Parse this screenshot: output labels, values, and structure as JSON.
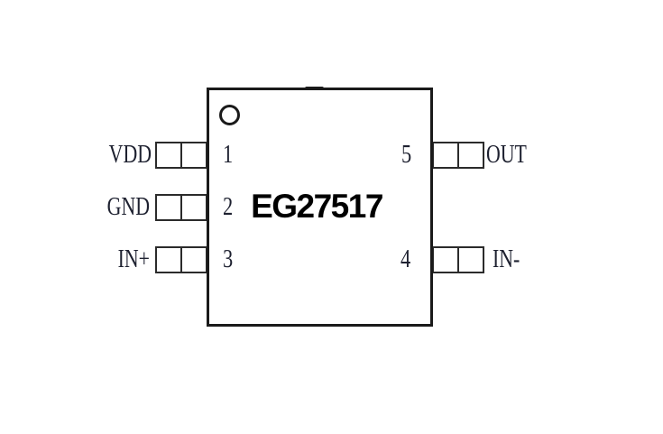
{
  "diagram": {
    "part_number": "EG27517",
    "description": "5-pin package pinout diagram",
    "pin1_indicator": "circle-icon"
  },
  "pins": {
    "left": [
      {
        "number": "1",
        "label": "VDD"
      },
      {
        "number": "2",
        "label": "GND"
      },
      {
        "number": "3",
        "label": "IN+"
      }
    ],
    "right": [
      {
        "number": "5",
        "label": "OUT"
      },
      {
        "number": "4",
        "label": "IN-"
      }
    ]
  },
  "colors": {
    "background": "#ffffff",
    "line": "#1a1a1a",
    "pin_line": "#2b2b2b",
    "label_text": "#1e2130",
    "part_text": "#000000"
  }
}
